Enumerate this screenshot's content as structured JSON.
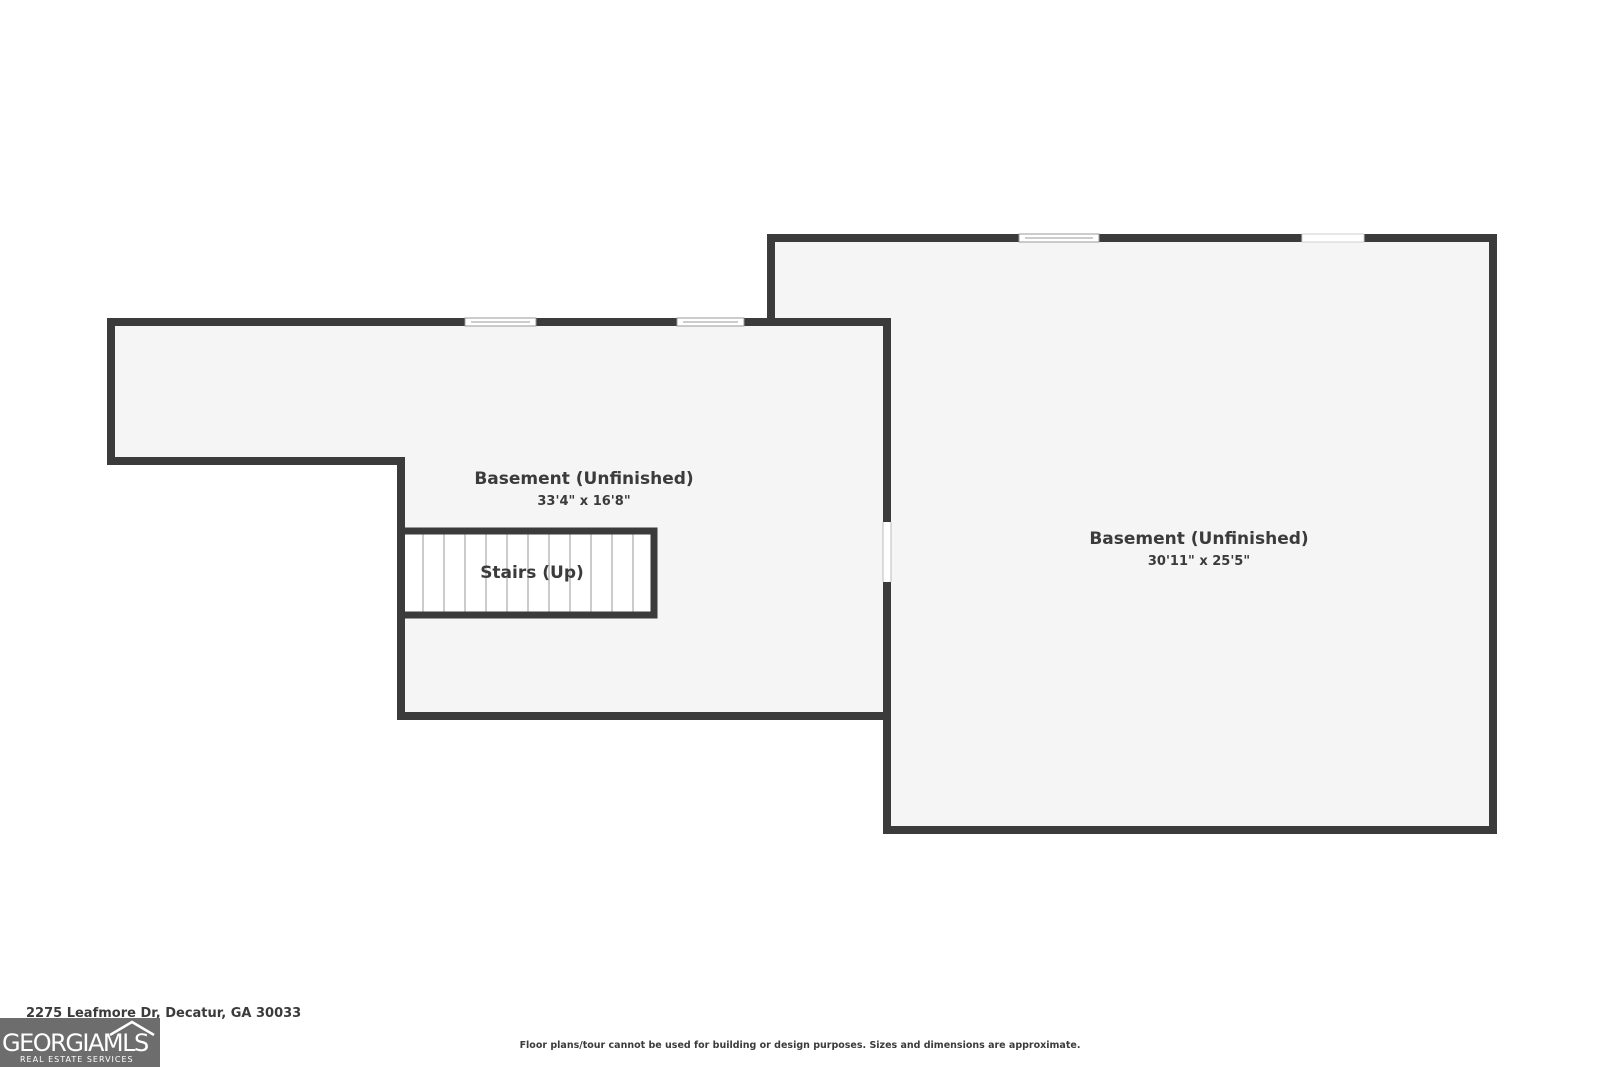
{
  "rooms": [
    {
      "name": "Basement (Unfinished)",
      "dimensions": "33'4\" x 16'8\""
    },
    {
      "name": "Basement (Unfinished)",
      "dimensions": "30'11\" x 25'5\""
    },
    {
      "name": "Stairs (Up)"
    }
  ],
  "address": "2275 Leafmore Dr, Decatur, GA 30033",
  "disclaimer": "Floor plans/tour cannot be used for building or design purposes. Sizes and dimensions are approximate.",
  "logo": {
    "main": "GEORGIAMLS",
    "sub": "REAL ESTATE SERVICES"
  },
  "colors": {
    "wall": "#3b3b3b",
    "floor": "#f5f5f5",
    "logo_bg": "#6d6d6d"
  }
}
